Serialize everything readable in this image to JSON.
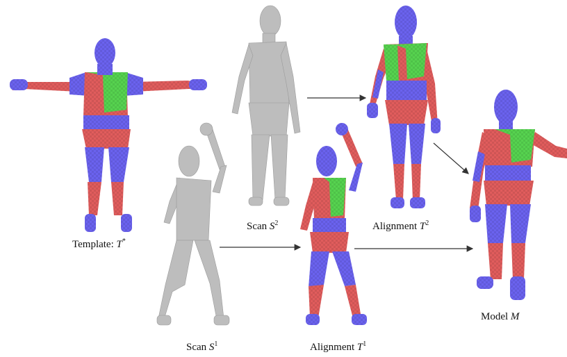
{
  "colors": {
    "head": "#6a62ee",
    "arms": "#e05c5c",
    "torso_upper": "#56d24f",
    "legs_upper": "#6a62ee",
    "scan": "#bdbdbd",
    "background": "#ffffff"
  },
  "labels": {
    "template": {
      "prefix": "Template: ",
      "sym": "T",
      "sup": "*"
    },
    "scan2": {
      "prefix": "Scan ",
      "sym": "S",
      "sup": "2"
    },
    "alignment2": {
      "prefix": "Alignment ",
      "sym": "T",
      "sup": "2"
    },
    "scan1": {
      "prefix": "Scan ",
      "sym": "S",
      "sup": "1"
    },
    "alignment1": {
      "prefix": "Alignment ",
      "sym": "T",
      "sup": "1"
    },
    "model": {
      "prefix": "Model ",
      "sym": "M",
      "sup": ""
    }
  },
  "arrows": [
    {
      "from": "scan2",
      "to": "alignment2"
    },
    {
      "from": "scan1",
      "to": "alignment1"
    },
    {
      "from": "alignment2",
      "to": "model"
    },
    {
      "from": "alignment1",
      "to": "model"
    }
  ]
}
